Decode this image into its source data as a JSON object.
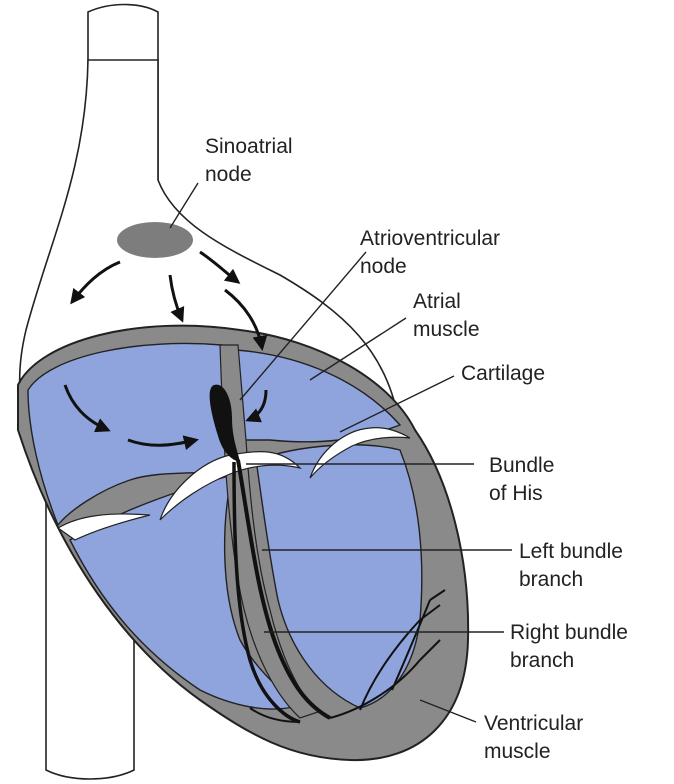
{
  "colors": {
    "outline": "#222222",
    "chamber_fill": "#8fa3dd",
    "muscle_fill": "#8a8a8a",
    "node_fill": "#7d7d7d",
    "conduction": "#111111",
    "cartilage": "#ffffff"
  },
  "labels": {
    "sinoatrial_node": [
      "Sinoatrial",
      "node"
    ],
    "atrioventricular_node": [
      "Atrioventricular",
      "node"
    ],
    "atrial_muscle": [
      "Atrial",
      "muscle"
    ],
    "cartilage": [
      "Cartilage"
    ],
    "bundle_of_his": [
      "Bundle",
      "of His"
    ],
    "left_bundle_branch": [
      "Left bundle",
      "branch"
    ],
    "right_bundle_branch": [
      "Right bundle",
      "branch"
    ],
    "ventricular_muscle": [
      "Ventricular",
      "muscle"
    ]
  }
}
